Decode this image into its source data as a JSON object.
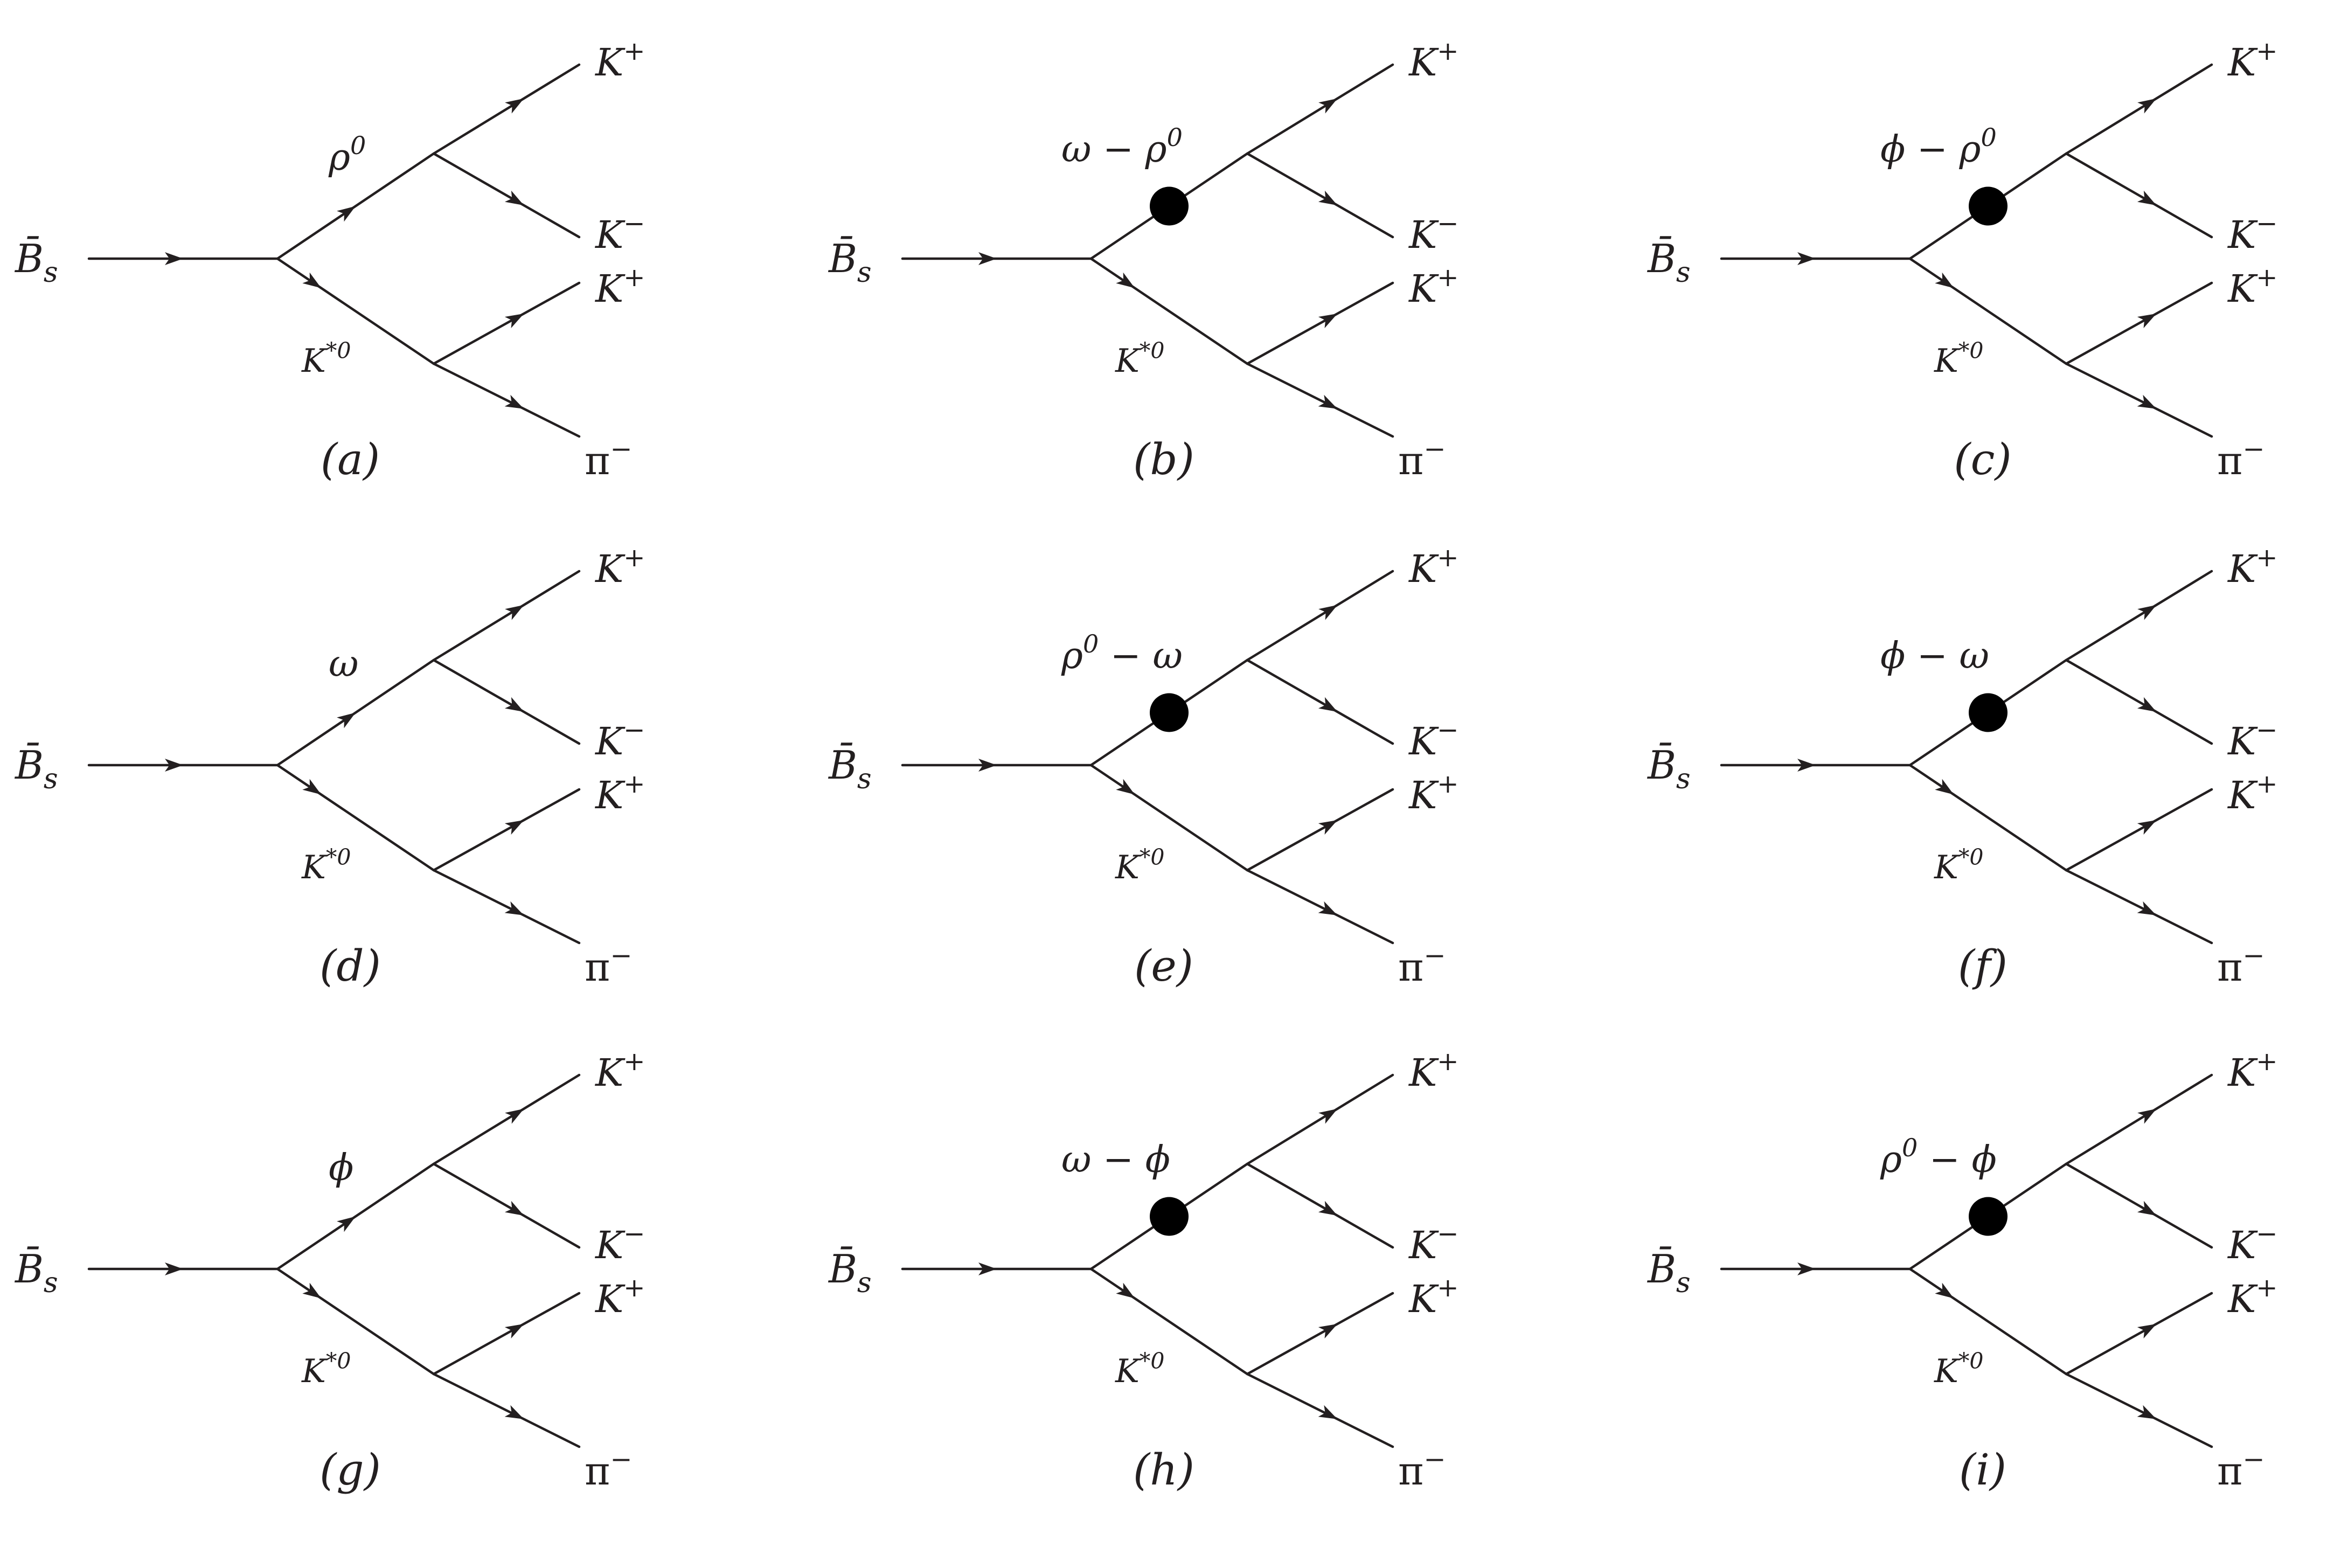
{
  "panels": [
    {
      "id": "a",
      "tag": "(a)",
      "initial": "B̄s",
      "intermediate": "ρ0",
      "intermediate_base": "ρ",
      "intermediate_sup": "0",
      "mixing_blob": false,
      "lower_resonance_base": "K",
      "lower_resonance_sup": "*0",
      "upper_out_1_base": "K",
      "upper_out_1_sup": "+",
      "upper_out_2_base": "K",
      "upper_out_2_sup": "−",
      "lower_out_1_base": "K",
      "lower_out_1_sup": "+",
      "lower_out_2_base": "π",
      "lower_out_2_sup": "−"
    },
    {
      "id": "b",
      "tag": "(b)",
      "initial": "B̄s",
      "intermediate": "ω − ρ0",
      "intermediate_base": "ω − ρ",
      "intermediate_sup": "0",
      "mixing_blob": true,
      "lower_resonance_base": "K",
      "lower_resonance_sup": "*0",
      "upper_out_1_base": "K",
      "upper_out_1_sup": "+",
      "upper_out_2_base": "K",
      "upper_out_2_sup": "−",
      "lower_out_1_base": "K",
      "lower_out_1_sup": "+",
      "lower_out_2_base": "π",
      "lower_out_2_sup": "−"
    },
    {
      "id": "c",
      "tag": "(c)",
      "initial": "B̄s",
      "intermediate": "ϕ − ρ0",
      "intermediate_base": "ϕ − ρ",
      "intermediate_sup": "0",
      "mixing_blob": true,
      "lower_resonance_base": "K",
      "lower_resonance_sup": "*0",
      "upper_out_1_base": "K",
      "upper_out_1_sup": "+",
      "upper_out_2_base": "K",
      "upper_out_2_sup": "−",
      "lower_out_1_base": "K",
      "lower_out_1_sup": "+",
      "lower_out_2_base": "π",
      "lower_out_2_sup": "−"
    },
    {
      "id": "d",
      "tag": "(d)",
      "initial": "B̄s",
      "intermediate": "ω",
      "intermediate_base": "ω",
      "intermediate_sup": "",
      "mixing_blob": false,
      "lower_resonance_base": "K",
      "lower_resonance_sup": "*0",
      "upper_out_1_base": "K",
      "upper_out_1_sup": "+",
      "upper_out_2_base": "K",
      "upper_out_2_sup": "−",
      "lower_out_1_base": "K",
      "lower_out_1_sup": "+",
      "lower_out_2_base": "π",
      "lower_out_2_sup": "−"
    },
    {
      "id": "e",
      "tag": "(e)",
      "initial": "B̄s",
      "intermediate": "ρ0 − ω",
      "intermediate_base": "ρ",
      "intermediate_sup": "0",
      "intermediate_tail": " − ω",
      "mixing_blob": true,
      "lower_resonance_base": "K",
      "lower_resonance_sup": "*0",
      "upper_out_1_base": "K",
      "upper_out_1_sup": "+",
      "upper_out_2_base": "K",
      "upper_out_2_sup": "−",
      "lower_out_1_base": "K",
      "lower_out_1_sup": "+",
      "lower_out_2_base": "π",
      "lower_out_2_sup": "−"
    },
    {
      "id": "f",
      "tag": "(f)",
      "initial": "B̄s",
      "intermediate": "ϕ − ω",
      "intermediate_base": "ϕ − ω",
      "intermediate_sup": "",
      "mixing_blob": true,
      "lower_resonance_base": "K",
      "lower_resonance_sup": "*0",
      "upper_out_1_base": "K",
      "upper_out_1_sup": "+",
      "upper_out_2_base": "K",
      "upper_out_2_sup": "−",
      "lower_out_1_base": "K",
      "lower_out_1_sup": "+",
      "lower_out_2_base": "π",
      "lower_out_2_sup": "−"
    },
    {
      "id": "g",
      "tag": "(g)",
      "initial": "B̄s",
      "intermediate": "ϕ",
      "intermediate_base": "ϕ",
      "intermediate_sup": "",
      "mixing_blob": false,
      "lower_resonance_base": "K",
      "lower_resonance_sup": "*0",
      "upper_out_1_base": "K",
      "upper_out_1_sup": "+",
      "upper_out_2_base": "K",
      "upper_out_2_sup": "−",
      "lower_out_1_base": "K",
      "lower_out_1_sup": "+",
      "lower_out_2_base": "π",
      "lower_out_2_sup": "−"
    },
    {
      "id": "h",
      "tag": "(h)",
      "initial": "B̄s",
      "intermediate": "ω − ϕ",
      "intermediate_base": "ω − ϕ",
      "intermediate_sup": "",
      "mixing_blob": true,
      "lower_resonance_base": "K",
      "lower_resonance_sup": "*0",
      "upper_out_1_base": "K",
      "upper_out_1_sup": "+",
      "upper_out_2_base": "K",
      "upper_out_2_sup": "−",
      "lower_out_1_base": "K",
      "lower_out_1_sup": "+",
      "lower_out_2_base": "π",
      "lower_out_2_sup": "−"
    },
    {
      "id": "i",
      "tag": "(i)",
      "initial": "B̄s",
      "intermediate": "ρ0 − ϕ",
      "intermediate_base": "ρ",
      "intermediate_sup": "0",
      "intermediate_tail": " − ϕ",
      "mixing_blob": true,
      "lower_resonance_base": "K",
      "lower_resonance_sup": "*0",
      "upper_out_1_base": "K",
      "upper_out_1_sup": "+",
      "upper_out_2_base": "K",
      "upper_out_2_sup": "−",
      "lower_out_1_base": "K",
      "lower_out_1_sup": "+",
      "lower_out_2_base": "π",
      "lower_out_2_sup": "−"
    }
  ]
}
